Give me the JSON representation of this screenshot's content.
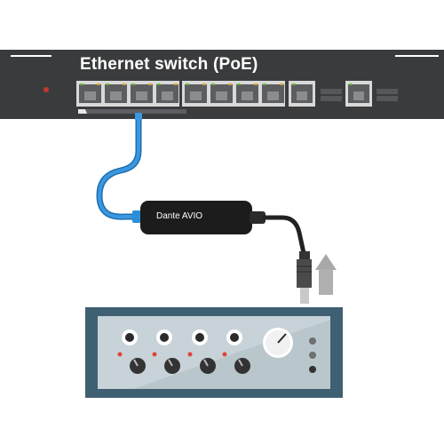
{
  "switch": {
    "title": "Ethernet switch (PoE)",
    "ports": [
      "port-1",
      "port-2",
      "port-3",
      "port-4",
      "port-5",
      "port-6",
      "port-7",
      "port-8",
      "port-9",
      "port-10"
    ],
    "sfp_slots": [
      "sfp-1",
      "sfp-2"
    ],
    "colors": {
      "body": "#3a3b3d",
      "port_led": "#6db33f",
      "led_red": "#c0392b"
    }
  },
  "adapter": {
    "label": "Dante AVIO",
    "colors": {
      "body": "#1c1c1c",
      "rj45": "#2a8fd6"
    }
  },
  "cables": {
    "ethernet_color": "#2e86d0",
    "xlr_color": "#222222"
  },
  "arrow": {
    "direction": "up",
    "color": "#a8a8a8"
  },
  "mixer": {
    "input_jacks": 4,
    "gain_knobs": 4,
    "colors": {
      "body": "#3f6072",
      "panel": "#c7d3d8",
      "dot": "#e0453a"
    }
  }
}
